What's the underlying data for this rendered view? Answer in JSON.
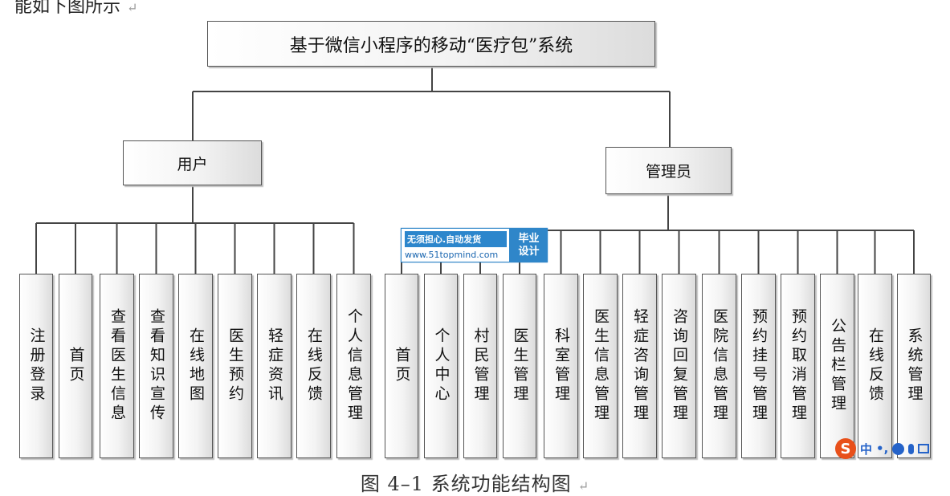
{
  "top_text": "能如下图所示",
  "return_mark": "↵",
  "root": {
    "label": "基于微信小程序的移动“医疗包”系统"
  },
  "user": {
    "label": "用户",
    "children": [
      "注册登录",
      "首页",
      "查看医生信息",
      "查看知识宣传",
      "在线地图",
      "医生预约",
      "轻症资讯",
      "在线反馈",
      "个人信息管理"
    ]
  },
  "admin": {
    "label": "管理员",
    "children": [
      "首页",
      "个人中心",
      "村民管理",
      "医生管理",
      "科室管理",
      "医生信息管理",
      "轻症咨询管理",
      "咨询回复管理",
      "医院信息管理",
      "预约挂号管理",
      "预约取消管理",
      "公告栏管理",
      "在线反馈",
      "系统管理"
    ]
  },
  "watermark": {
    "slogan": "无须担心.自动发货",
    "url": "www.51topmind.com",
    "tag": "毕业设计"
  },
  "ime": {
    "logo": "S",
    "lang": "中",
    "punct": "•,"
  },
  "caption": "图 4–1 系统功能结构图",
  "colors": {
    "line": "#444444",
    "watermark_blue": "#2f86c9",
    "ime_orange": "#e8501a"
  }
}
